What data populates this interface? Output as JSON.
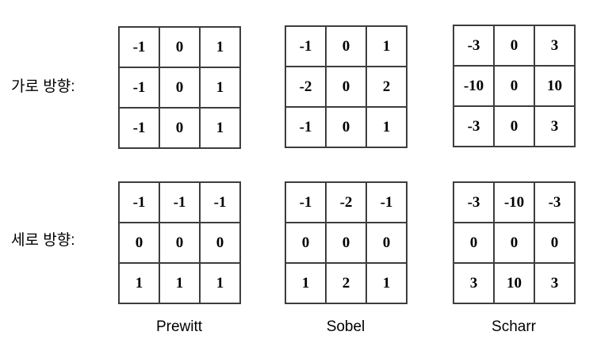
{
  "figure": {
    "rows": [
      {
        "label": "가로 방향:",
        "direction": "horizontal",
        "kernels": [
          {
            "name": "prewitt-horizontal",
            "values": [
              [
                "-1",
                "0",
                "1"
              ],
              [
                "-1",
                "0",
                "1"
              ],
              [
                "-1",
                "0",
                "1"
              ]
            ]
          },
          {
            "name": "sobel-horizontal",
            "values": [
              [
                "-1",
                "0",
                "1"
              ],
              [
                "-2",
                "0",
                "2"
              ],
              [
                "-1",
                "0",
                "1"
              ]
            ]
          },
          {
            "name": "scharr-horizontal",
            "values": [
              [
                "-3",
                "0",
                "3"
              ],
              [
                "-10",
                "0",
                "10"
              ],
              [
                "-3",
                "0",
                "3"
              ]
            ]
          }
        ]
      },
      {
        "label": "세로 방향:",
        "direction": "vertical",
        "kernels": [
          {
            "name": "prewitt-vertical",
            "values": [
              [
                "-1",
                "-1",
                "-1"
              ],
              [
                "0",
                "0",
                "0"
              ],
              [
                "1",
                "1",
                "1"
              ]
            ]
          },
          {
            "name": "sobel-vertical",
            "values": [
              [
                "-1",
                "-2",
                "-1"
              ],
              [
                "0",
                "0",
                "0"
              ],
              [
                "1",
                "2",
                "1"
              ]
            ]
          },
          {
            "name": "scharr-vertical",
            "values": [
              [
                "-3",
                "-10",
                "-3"
              ],
              [
                "0",
                "0",
                "0"
              ],
              [
                "3",
                "10",
                "3"
              ]
            ]
          }
        ]
      }
    ],
    "column_labels": [
      "Prewitt",
      "Sobel",
      "Scharr"
    ],
    "colors": {
      "background": "#ffffff",
      "grid_border": "#3d3d3d",
      "text": "#000000"
    }
  }
}
